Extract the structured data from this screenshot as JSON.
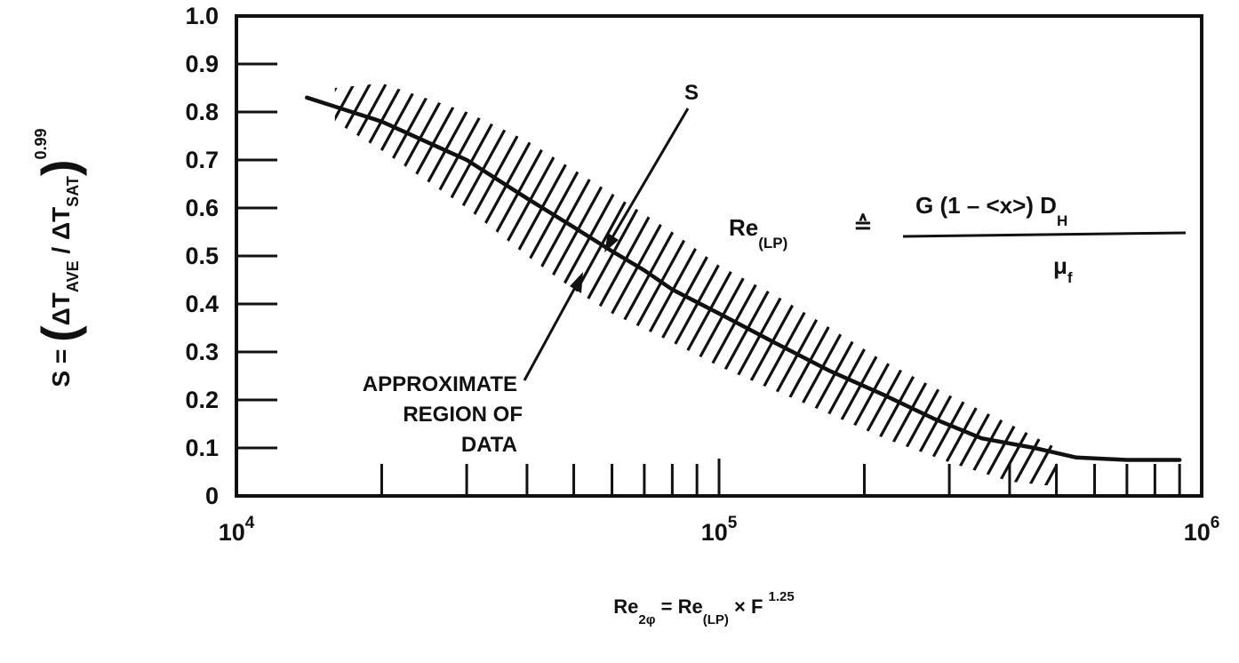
{
  "chart_data": {
    "type": "line",
    "x_scale": "log",
    "xlim": [
      10000,
      1000000
    ],
    "ylim": [
      0,
      1.0
    ],
    "y_ticks": [
      0,
      0.1,
      0.2,
      0.3,
      0.4,
      0.5,
      0.6,
      0.7,
      0.8,
      0.9,
      1.0
    ],
    "y_tick_labels": [
      "0",
      "0.1",
      "0.2",
      "0.3",
      "0.4",
      "0.5",
      "0.6",
      "0.7",
      "0.8",
      "0.9",
      "1.0"
    ],
    "x_major_labels": [
      {
        "value": 10000,
        "base": "10",
        "exp": "4"
      },
      {
        "value": 100000,
        "base": "10",
        "exp": "5"
      },
      {
        "value": 1000000,
        "base": "10",
        "exp": "6"
      }
    ],
    "x_minor_ticks": [
      20000,
      30000,
      40000,
      50000,
      60000,
      70000,
      80000,
      90000,
      200000,
      300000,
      400000,
      500000,
      600000,
      700000,
      800000,
      900000
    ],
    "grid": false,
    "series": [
      {
        "name": "S",
        "x": [
          14000,
          20000,
          30000,
          40000,
          50000,
          60000,
          70000,
          80000,
          100000,
          130000,
          170000,
          220000,
          280000,
          350000,
          450000,
          550000,
          700000,
          900000
        ],
        "y": [
          0.83,
          0.78,
          0.7,
          0.62,
          0.56,
          0.51,
          0.47,
          0.43,
          0.38,
          0.32,
          0.26,
          0.21,
          0.16,
          0.12,
          0.1,
          0.08,
          0.075,
          0.075
        ]
      }
    ],
    "shaded_region": {
      "label": "APPROXIMATE REGION OF DATA",
      "upper": {
        "x": [
          16000,
          20000,
          30000,
          40000,
          50000,
          60000,
          80000,
          100000,
          130000,
          170000,
          220000,
          300000,
          400000,
          500000
        ],
        "y": [
          0.85,
          0.86,
          0.8,
          0.74,
          0.68,
          0.63,
          0.55,
          0.48,
          0.42,
          0.35,
          0.28,
          0.21,
          0.15,
          0.1
        ]
      },
      "lower": {
        "x": [
          16000,
          20000,
          30000,
          40000,
          50000,
          60000,
          80000,
          100000,
          130000,
          170000,
          220000,
          300000,
          400000,
          500000
        ],
        "y": [
          0.78,
          0.72,
          0.6,
          0.5,
          0.43,
          0.38,
          0.32,
          0.27,
          0.22,
          0.17,
          0.12,
          0.07,
          0.03,
          0.02
        ]
      }
    },
    "annotations": {
      "curve_label": "S",
      "region_label_lines": [
        "APPROXIMATE",
        "REGION OF",
        "DATA"
      ]
    },
    "formula": {
      "lhs": "Re",
      "lhs_sub": "(LP)",
      "operator": "≙",
      "numerator": "G (1 – <x>) D",
      "numerator_sub": "H",
      "denominator": "μ",
      "denominator_sub": "f"
    },
    "ylabel": {
      "prefix": "S = ",
      "open": "(",
      "num": "ΔT",
      "num_sub": "AVE",
      "slash": " / ",
      "den": "ΔT",
      "den_sub": "SAT",
      "close": ")",
      "exp": "0.99"
    },
    "xlabel": {
      "a": "Re",
      "a_sub": "2φ",
      "eq": " = ",
      "b": "Re",
      "b_sub": "(LP)",
      "c": " × F ",
      "c_sup": "1.25"
    },
    "colors": {
      "ink": "#111111",
      "background": "#ffffff"
    }
  }
}
